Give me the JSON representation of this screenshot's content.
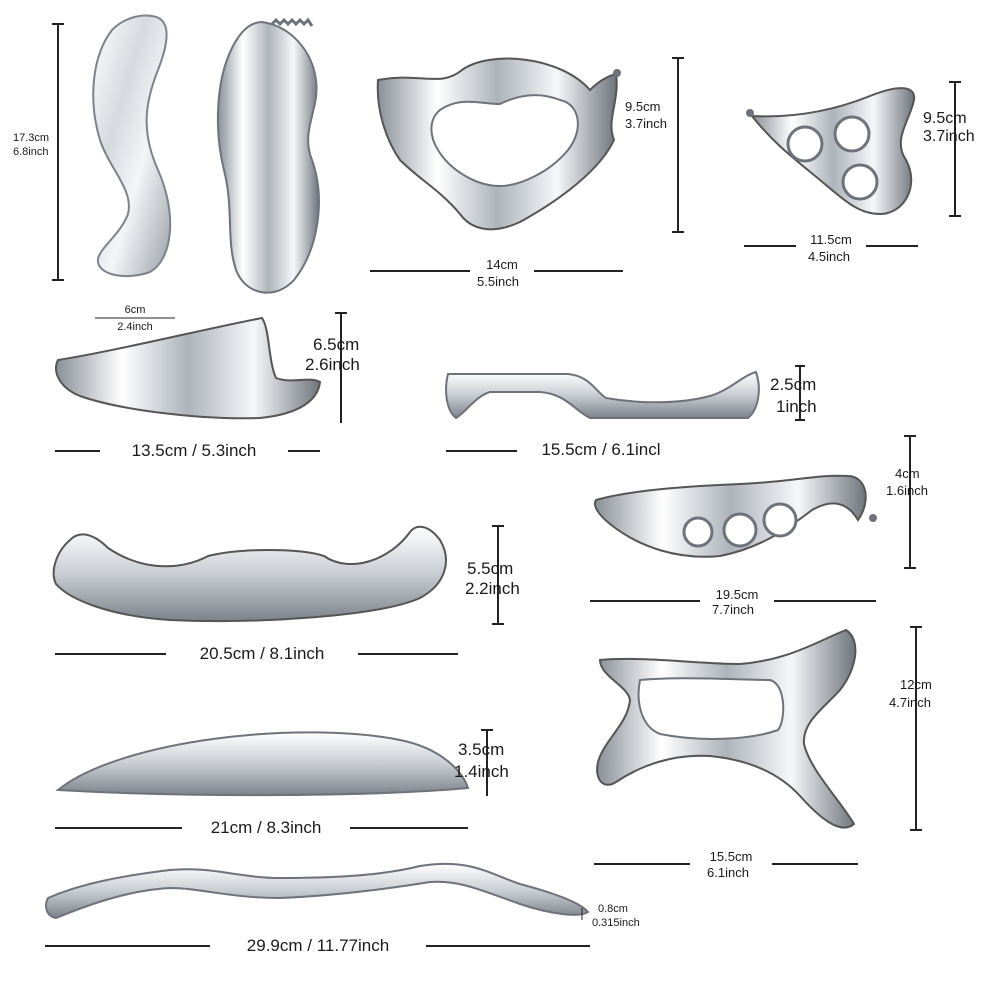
{
  "tools": [
    {
      "id": "s-curve-tool",
      "icon": "s-curve-scraper-icon",
      "dims": [
        "17.3cm",
        "6.8inch"
      ],
      "width_dims": [
        "6cm",
        "2.4inch"
      ]
    },
    {
      "id": "comb-tool",
      "icon": "comb-edge-scraper-icon"
    },
    {
      "id": "heart-tool",
      "icon": "heart-cutout-scraper-icon",
      "dims": [
        "9.5cm",
        "3.7inch"
      ],
      "width_dims": [
        "14cm",
        "5.5inch"
      ]
    },
    {
      "id": "three-hole-tool",
      "icon": "three-hole-scraper-icon",
      "dims": [
        "9.5cm",
        "3.7inch"
      ],
      "width_dims": [
        "11.5cm",
        "4.5inch"
      ]
    },
    {
      "id": "wing-tool",
      "icon": "wing-scraper-icon",
      "dims": [
        "6.5cm",
        "2.6inch"
      ],
      "width_label": "13.5cm / 5.3inch"
    },
    {
      "id": "hook-tool",
      "icon": "hook-scraper-icon",
      "dims": [
        "2.5cm",
        "1inch"
      ],
      "width_label": "15.5cm / 6.1incl"
    },
    {
      "id": "crescent-tool",
      "icon": "crescent-scraper-icon",
      "dims": [
        "5.5cm",
        "2.2inch"
      ],
      "width_label": "20.5cm / 8.1inch"
    },
    {
      "id": "ring-hook-tool",
      "icon": "ring-hook-scraper-icon",
      "dims": [
        "4cm",
        "1.6inch"
      ],
      "width_dims": [
        "19.5cm",
        "7.7inch"
      ]
    },
    {
      "id": "blade-tool",
      "icon": "blade-scraper-icon",
      "dims": [
        "3.5cm",
        "1.4inch"
      ],
      "width_label": "21cm / 8.3inch"
    },
    {
      "id": "x-tool",
      "icon": "x-frame-scraper-icon",
      "dims": [
        "12cm",
        "4.7inch"
      ],
      "width_dims": [
        "15.5cm",
        "6.1inch"
      ]
    },
    {
      "id": "long-bar-tool",
      "icon": "long-bar-scraper-icon",
      "dims": [
        "0.8cm",
        "0.315inch"
      ],
      "width_label": "29.9cm / 11.77inch"
    }
  ],
  "colors": {
    "steel_light": "#f4f5f7",
    "steel_mid": "#c8ccd2",
    "steel_dark": "#6e737b",
    "line": "#222222"
  }
}
